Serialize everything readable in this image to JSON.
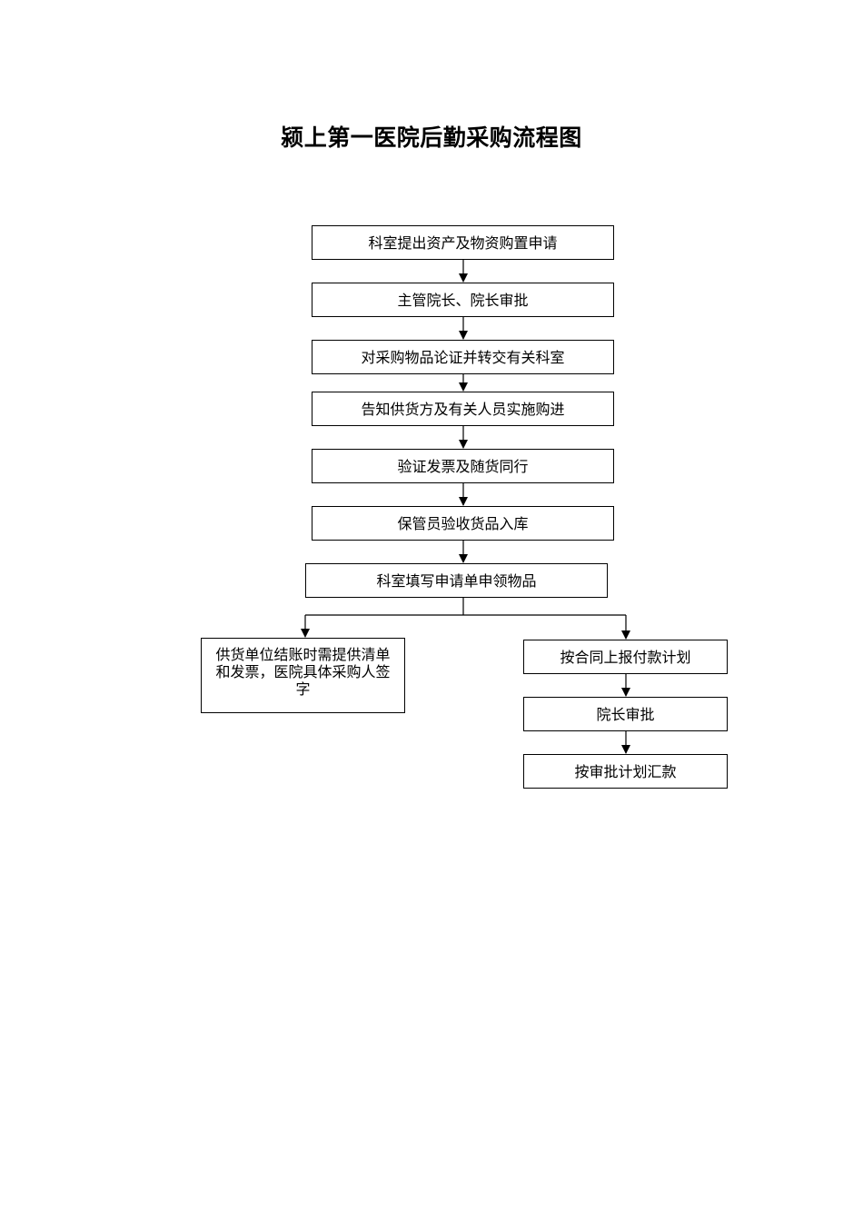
{
  "title": "颍上第一医院后勤采购流程图",
  "steps": [
    "科室提出资产及物资购置申请",
    "主管院长、院长审批",
    "对采购物品论证并转交有关科室",
    "告知供货方及有关人员实施购进",
    "验证发票及随货同行",
    "保管员验收货品入库",
    "科室填写申请单申领物品"
  ],
  "left_branch": "供货单位结账时需提供清单和发票，医院具体采购人签字",
  "right_branch": [
    "按合同上报付款计划",
    "院长审批",
    "按审批计划汇款"
  ]
}
